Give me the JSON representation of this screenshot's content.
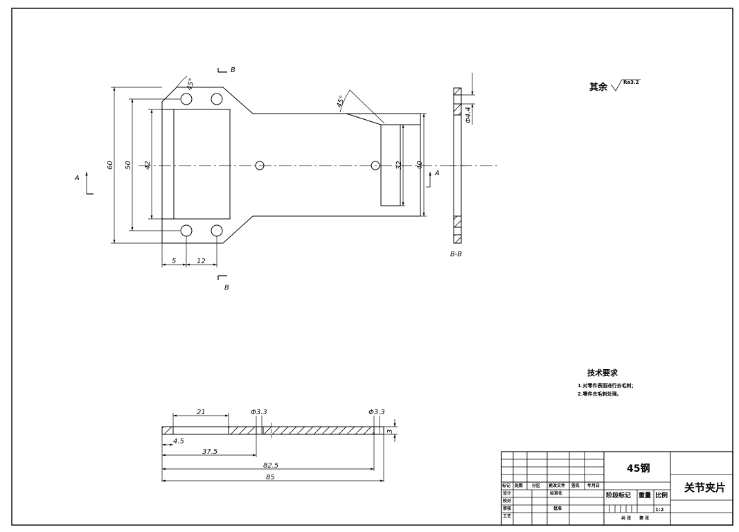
{
  "view_labels": {
    "a_left": "A",
    "a_right": "A",
    "b_top": "B",
    "b_bottom": "B",
    "section": "B-B"
  },
  "angles": {
    "top_left": "45°",
    "top_right": "45°"
  },
  "dims_main": {
    "h60": "60",
    "h50": "50",
    "h42": "42",
    "h32": "32",
    "h40": "40",
    "w5": "5",
    "w12": "12"
  },
  "dims_section": {
    "dia44": "Φ4.4"
  },
  "dims_side": {
    "w21": "21",
    "d33a": "Φ3.3",
    "d33b": "Φ3.3",
    "t3": "3",
    "l45": "4.5",
    "l375": "37.5",
    "l825": "82.5",
    "l85": "85"
  },
  "roughness": {
    "label": "其余",
    "value": "Ra3.2"
  },
  "tech": {
    "title": "技术要求",
    "line1": "1.对零件表面进行去毛刺；",
    "line2": "2.零件去毛刺处理。"
  },
  "title_block": {
    "material": "45钢",
    "part_name": "关节夹片",
    "scale": "1:2",
    "headers": [
      "标记",
      "处数",
      "分区",
      "更改文件",
      "签名",
      "年月日"
    ],
    "row_labels": [
      "设计",
      "校对",
      "审核",
      "工艺"
    ],
    "std_label": "标准化",
    "approve_label": "批准",
    "stage_label": "阶段标记",
    "weight_label": "重量",
    "scale_label": "比例",
    "sheets_label": "共 张",
    "sheet_label": "第 张"
  }
}
